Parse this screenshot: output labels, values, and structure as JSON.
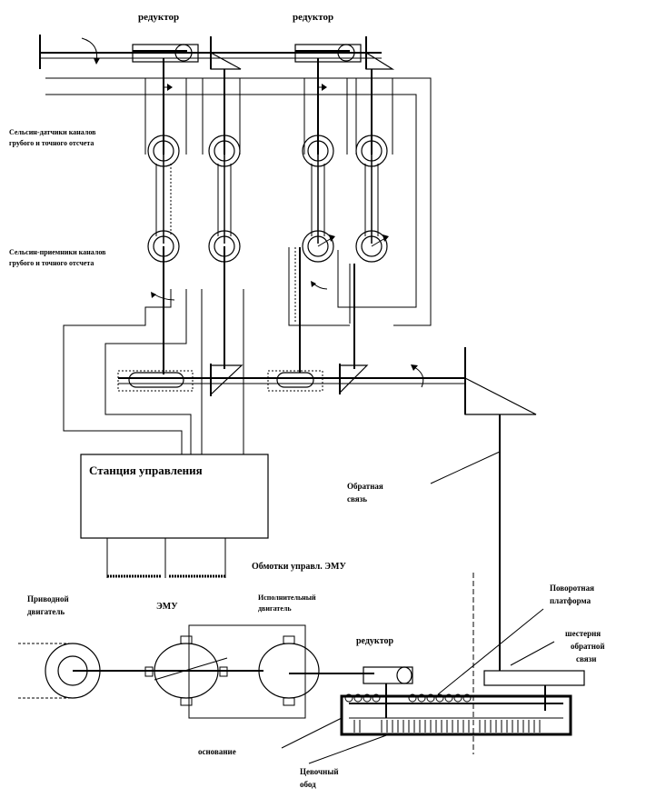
{
  "labels": {
    "reducer_top_left": "редуктор",
    "reducer_top_right": "редуктор",
    "selsyn_transmitters_line1": "Сельсин-датчики каналов",
    "selsyn_transmitters_line2": "грубого  и точного отсчета",
    "selsyn_receivers_line1": "Сельсин-приемники каналов",
    "selsyn_receivers_line2": "грубого и точного отсчета",
    "control_station": "Станция управления",
    "feedback_line1": "Обратная",
    "feedback_line2": "связь",
    "emu_windings": "Обмотки управл. ЭМУ",
    "drive_motor_line1": "Приводной",
    "drive_motor_line2": "двигатель",
    "emu": "ЭМУ",
    "exec_motor_line1": "Исполнительный",
    "exec_motor_line2": "двигатель",
    "reducer_bottom": "редуктор",
    "platform_line1": "Поворотная",
    "platform_line2": "платформа",
    "gear_line1": "шестерня",
    "gear_line2": "обратной",
    "gear_line3": "связи",
    "base": "основание",
    "chain_rim_line1": "Цевочный",
    "chain_rim_line2": "обод"
  }
}
